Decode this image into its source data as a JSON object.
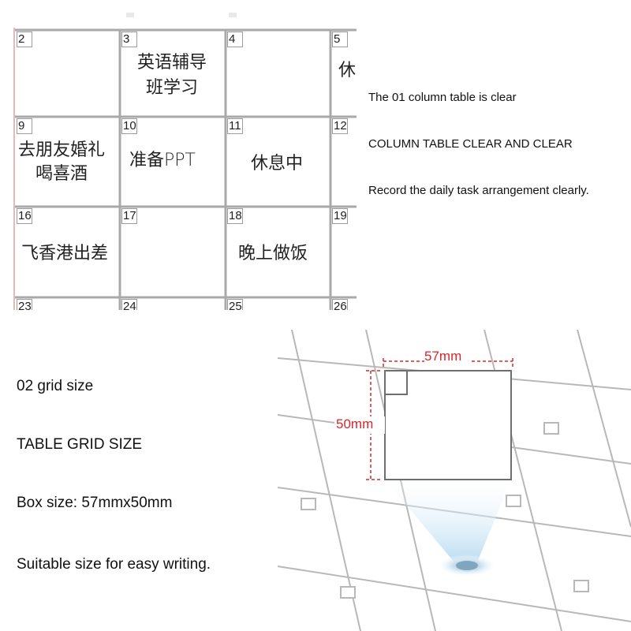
{
  "calendar": {
    "cells": [
      {
        "day": "2",
        "task": ""
      },
      {
        "day": "3",
        "task": "英语辅导\n班学习"
      },
      {
        "day": "4",
        "task": ""
      },
      {
        "day": "5",
        "task": "休"
      },
      {
        "day": "9",
        "task": "去朋友婚礼\n喝喜酒"
      },
      {
        "day": "10",
        "task": "准备PPT"
      },
      {
        "day": "11",
        "task": "休息中"
      },
      {
        "day": "12",
        "task": ""
      },
      {
        "day": "16",
        "task": "飞香港出差"
      },
      {
        "day": "17",
        "task": ""
      },
      {
        "day": "18",
        "task": "晚上做饭"
      },
      {
        "day": "19",
        "task": ""
      },
      {
        "day": "23",
        "task": ""
      },
      {
        "day": "24",
        "task": ""
      },
      {
        "day": "25",
        "task": ""
      },
      {
        "day": "26",
        "task": ""
      }
    ]
  },
  "info": {
    "line1": "The 01 column table is clear",
    "line2": "COLUMN TABLE CLEAR AND CLEAR",
    "line3": "Record the daily task arrangement clearly."
  },
  "grid_size": {
    "line1": "02 grid size",
    "line2": "TABLE GRID SIZE",
    "line3": "Box size: 57mmx50mm",
    "line4": "Suitable size for easy writing."
  },
  "illustration": {
    "width_label": "57mm",
    "height_label": "50mm",
    "dim_color": "#d9262b",
    "beam_color": "#a9d3ee"
  }
}
